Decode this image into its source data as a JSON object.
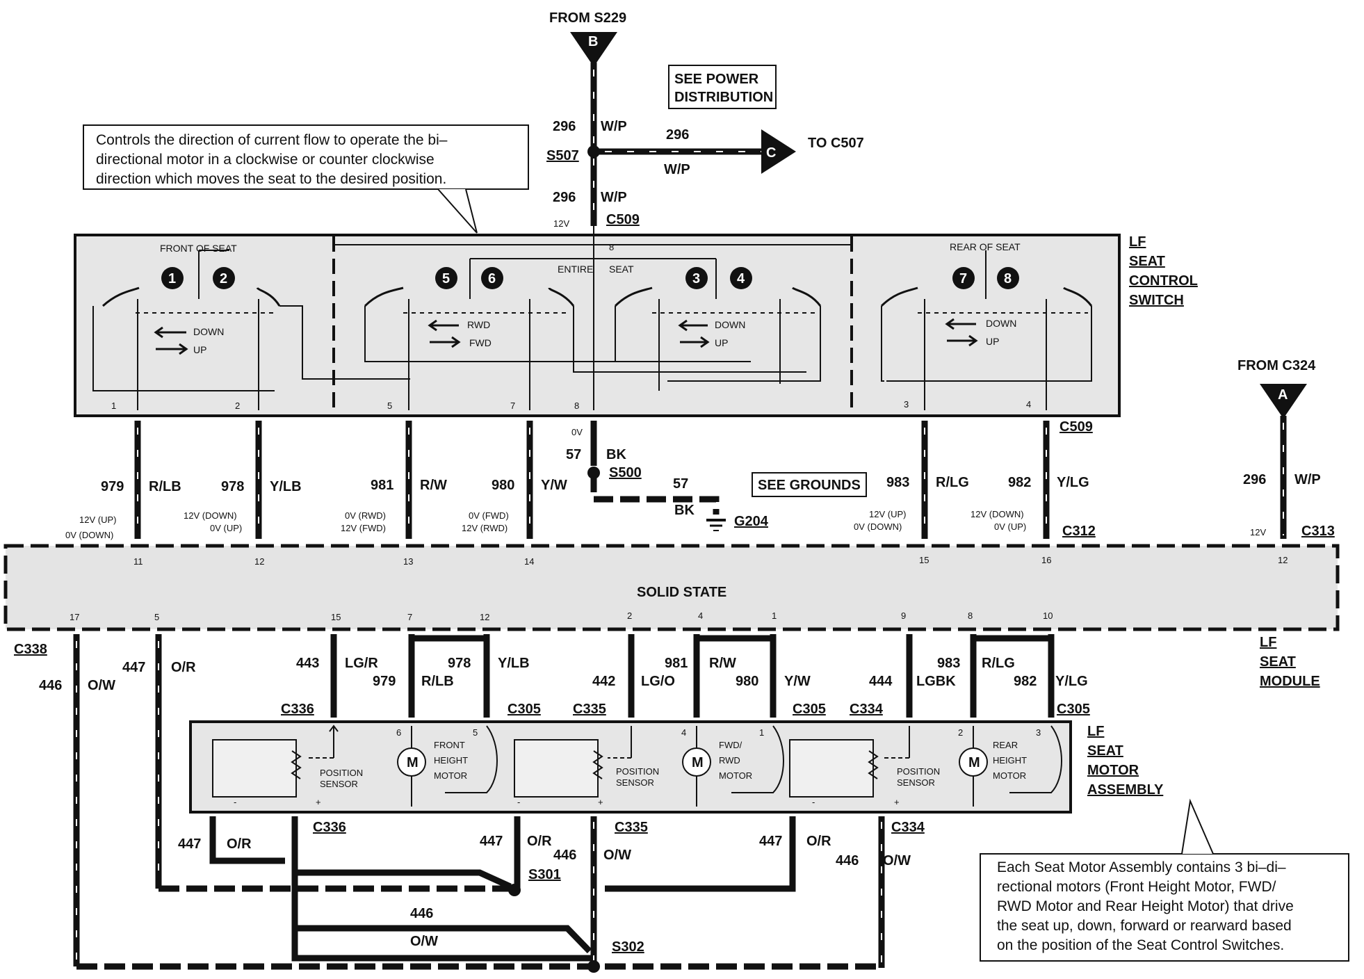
{
  "top": {
    "from_s229": "FROM S229",
    "conn_b": "B",
    "see_power_line1": "SEE POWER",
    "see_power_line2": "DISTRIBUTION",
    "wire296a": "296",
    "wp_a": "W/P",
    "wire296b": "296",
    "wp_b": "W/P",
    "s507": "S507",
    "wire296c": "296",
    "wp_c": "W/P",
    "to_c507": "TO C507",
    "conn_c": "C",
    "v12": "12V",
    "c509": "C509"
  },
  "callout_top": {
    "line1": "Controls the direction of current flow to operate the bi–",
    "line2": "directional motor in a clockwise or counter clockwise",
    "line3": "direction which moves the seat to the desired position."
  },
  "switch": {
    "front_of_seat": "FRONT OF SEAT",
    "rear_of_seat": "REAR OF SEAT",
    "entire": "ENTIRE",
    "seat": "SEAT",
    "down1": "DOWN",
    "up1": "UP",
    "rwd": "RWD",
    "fwd": "FWD",
    "down2": "DOWN",
    "up2": "UP",
    "down3": "DOWN",
    "up3": "UP",
    "pin1": "1",
    "pin2": "2",
    "pin5": "5",
    "pin7": "7",
    "pin8": "8",
    "pin3": "3",
    "pin4": "4",
    "pin8top": "8",
    "label_lf": "LF",
    "label_seat": "SEAT",
    "label_control": "CONTROL",
    "label_switch": "SWITCH",
    "circles": [
      "1",
      "2",
      "5",
      "6",
      "3",
      "4",
      "7",
      "8"
    ]
  },
  "mid_wires": {
    "w979": "979",
    "rlb": "R/LB",
    "w978": "978",
    "ylb": "Y/LB",
    "w981": "981",
    "rw": "R/W",
    "w980": "980",
    "yw": "Y/W",
    "v0": "0V",
    "w57": "57",
    "bk": "BK",
    "s500": "S500",
    "w57b": "57",
    "bkb": "BK",
    "g204": "G204",
    "see_grounds": "SEE GROUNDS",
    "w983": "983",
    "rlg": "R/LG",
    "w982": "982",
    "ylg": "Y/LG",
    "c509r": "C509",
    "v_979a": "12V (UP)",
    "v_979b": "0V (DOWN)",
    "v_978a": "12V (DOWN)",
    "v_978b": "0V (UP)",
    "v_981a": "0V (RWD)",
    "v_981b": "12V (FWD)",
    "v_980a": "0V (FWD)",
    "v_980b": "12V (RWD)",
    "v_983a": "12V (UP)",
    "v_983b": "0V (DOWN)",
    "v_982a": "12V (DOWN)",
    "v_982b": "0V (UP)",
    "c312": "C312",
    "from_c324": "FROM C324",
    "conn_a": "A",
    "w296": "296",
    "wp": "W/P",
    "v12": "12V",
    "c313": "C313"
  },
  "module": {
    "solid_state": "SOLID STATE",
    "top_pins": [
      "11",
      "12",
      "13",
      "14",
      "15",
      "16",
      "12"
    ],
    "bottom_pins": [
      "17",
      "5",
      "15",
      "7",
      "12",
      "2",
      "4",
      "1",
      "9",
      "8",
      "10"
    ],
    "lf": "LF",
    "seat": "SEAT",
    "module": "MODULE",
    "c338": "C338"
  },
  "lower_wires": {
    "w446": "446",
    "ow": "O/W",
    "w447": "447",
    "or": "O/R",
    "w443": "443",
    "lgr": "LG/R",
    "w979": "979",
    "rlb": "R/LB",
    "w978": "978",
    "ylb": "Y/LB",
    "w442": "442",
    "lgo": "LG/O",
    "w981": "981",
    "rw": "R/W",
    "w980": "980",
    "yw": "Y/W",
    "w444": "444",
    "lgbk": "LGBK",
    "w983": "983",
    "rlg": "R/LG",
    "w982": "982",
    "ylg": "Y/LG",
    "c336": "C336",
    "c305a": "C305",
    "c335": "C335",
    "c305b": "C305",
    "c334": "C334",
    "c305c": "C305"
  },
  "motor_assy": {
    "position_sensor": "POSITION",
    "sensor": "SENSOR",
    "front": "FRONT",
    "height": "HEIGHT",
    "motor": "MOTOR",
    "fwd": "FWD/",
    "rwd": "RWD",
    "motor2": "MOTOR",
    "rear": "REAR",
    "height3": "HEIGHT",
    "motor3": "MOTOR",
    "m": "M",
    "pins": [
      "6",
      "5",
      "4",
      "1",
      "2",
      "3"
    ],
    "minus": "-",
    "plus": "+",
    "lf": "LF",
    "seat": "SEAT",
    "motor_lbl": "MOTOR",
    "assembly": "ASSEMBLY"
  },
  "bottom": {
    "w447a": "447",
    "ora": "O/R",
    "c336": "C336",
    "w447b": "447",
    "orb": "O/R",
    "w446b": "446",
    "owb": "O/W",
    "c335": "C335",
    "w447c": "447",
    "orc": "O/R",
    "w446c": "446",
    "owc": "O/W",
    "c334": "C334",
    "s301": "S301",
    "w446d": "446",
    "owd": "O/W",
    "s302": "S302"
  },
  "callout_bottom": {
    "line1": "Each Seat Motor Assembly contains 3 bi–di–",
    "line2": "rectional motors (Front Height Motor, FWD/",
    "line3": "RWD Motor and Rear Height Motor) that drive",
    "line4": "the seat up, down, forward or rearward based",
    "line5": "on the position of the Seat Control Switches."
  }
}
